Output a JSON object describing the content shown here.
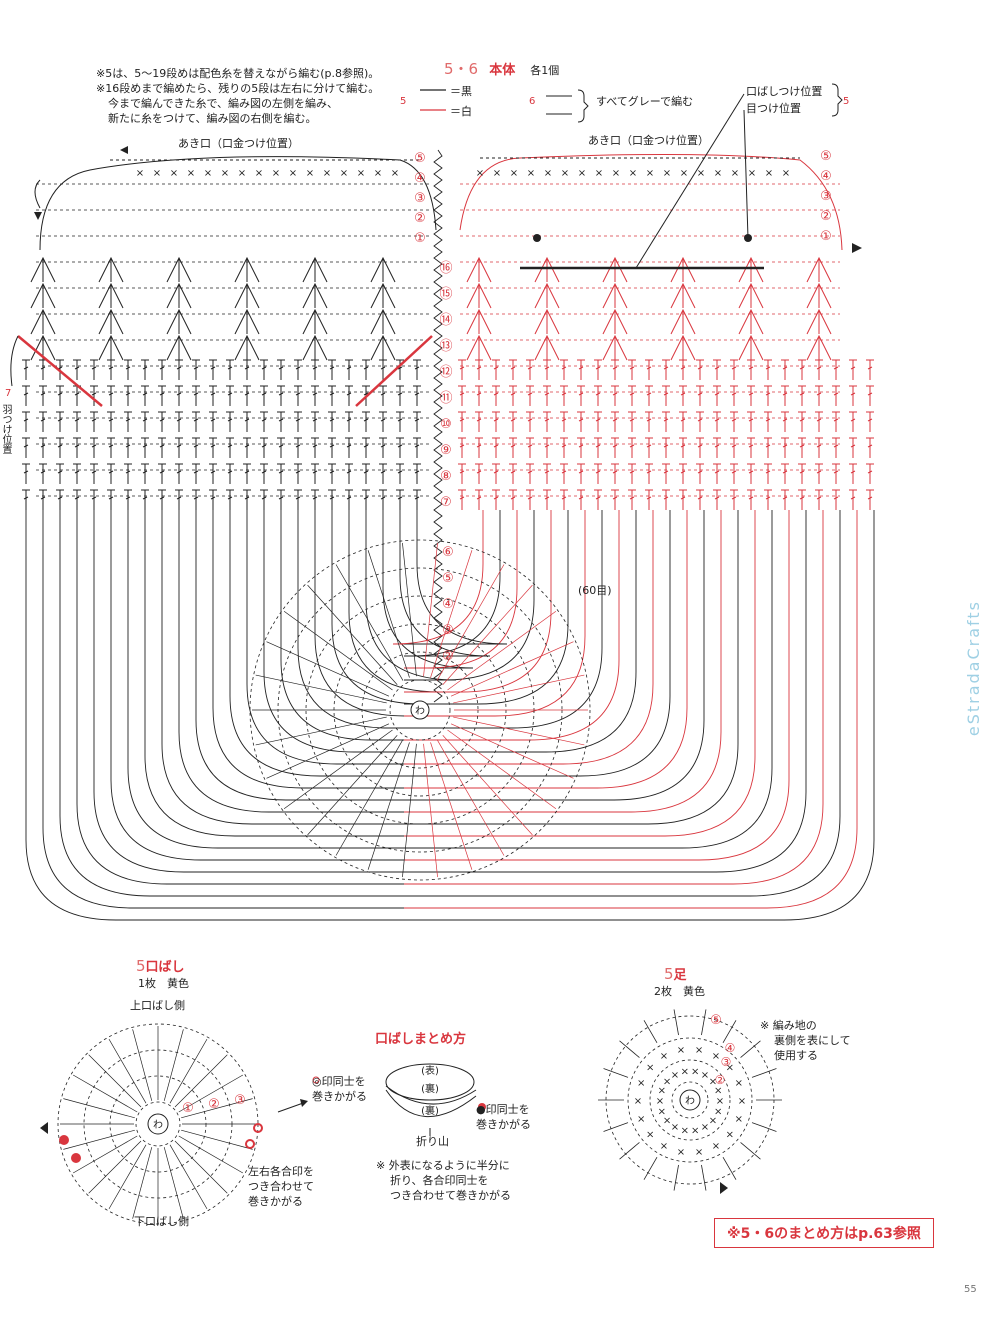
{
  "header": {
    "notes": [
      "※5は、5〜19段めは配色糸を替えながら編む(p.8参照)。",
      "※16段めまで編めたら、残りの5段は左右に分けて編む。",
      "今まで編んできた糸で、編み図の左側を編み、",
      "新たに糸をつけて、編み図の右側を編む。"
    ],
    "title_num": "5・6",
    "title": "本体",
    "count": "各1個",
    "legend5_label": "5",
    "legend5_black": "＝黒",
    "legend5_white": "＝白",
    "legend6_label": "6",
    "legend6_text": "すべてグレーで編む",
    "beak_pos": "口ばしつけ位置",
    "eye_pos": "目つけ位置",
    "pos_label": "5"
  },
  "body_chart": {
    "opening_left": "あき口（口金つけ位置）",
    "opening_right": "あき口（口金つけ位置）",
    "stitch_count": "(60目)",
    "center_ring": "わ",
    "wing_pos_num": "7",
    "wing_pos": "羽つけ位置",
    "upper_rows": [
      "⑤",
      "④",
      "③",
      "②",
      "①"
    ],
    "right_top_rows": [
      "⑤",
      "④",
      "③",
      "②",
      "①"
    ],
    "mid_rows": [
      "⑯",
      "⑮",
      "⑭",
      "⑬",
      "⑫",
      "⑪",
      "⑩",
      "⑨",
      "⑧",
      "⑦"
    ],
    "round_rows": [
      "⑥",
      "⑤",
      "④",
      "③",
      "②"
    ]
  },
  "beak": {
    "title_num": "5",
    "title": "口ばし",
    "count": "1枚　黄色",
    "upper": "上口ばし側",
    "lower": "下口ばし側",
    "ring": "わ",
    "rows": [
      "①",
      "②",
      "③"
    ],
    "note_lr": [
      "左右各合印を",
      "つき合わせて",
      "巻きかがる"
    ]
  },
  "beak_assembly": {
    "title": "口ばしまとめ方",
    "front": "(表)",
    "back": "(裏)",
    "back2": "(裏)",
    "left_note": [
      "◎印同士を",
      "巻きかがる"
    ],
    "right_note": [
      "●印同士を",
      "巻きかがる"
    ],
    "fold": "折り山",
    "note": [
      "※ 外表になるように半分に",
      "折り、各合印同士を",
      "つき合わせて巻きかがる"
    ]
  },
  "foot": {
    "title_num": "5",
    "title": "足",
    "count": "2枚　黄色",
    "ring": "わ",
    "rows": [
      "⑤",
      "④",
      "③",
      "②"
    ],
    "note": [
      "※ 編み地の",
      "裏側を表にして",
      "使用する"
    ]
  },
  "footer": {
    "ref": "※5・6のまとめ方はp.63参照",
    "page": "55",
    "watermark": "eStradaCrafts"
  },
  "colors": {
    "red": "#d9363e",
    "ink": "#222222",
    "watermark": "#9fd0e4"
  }
}
